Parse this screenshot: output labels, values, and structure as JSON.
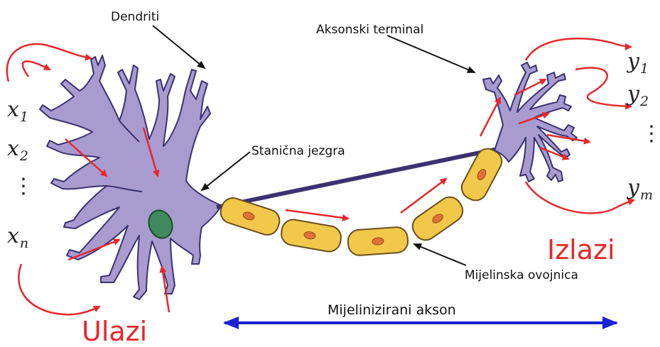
{
  "labels": {
    "dendrites": "Dendriti",
    "axon_terminal": "Aksonski terminal",
    "cell_nucleus": "Stanična jezgra",
    "myelin_sheath": "Mijelinska ovojnica",
    "myelinated_axon": "Mijelinizirani akson",
    "inputs": "Ulazi",
    "outputs": "Izlazi"
  },
  "inputs": [
    {
      "symbol": "x",
      "sub": "1"
    },
    {
      "symbol": "x",
      "sub": "2"
    },
    {
      "symbol": "x",
      "sub": "n"
    }
  ],
  "outputs": [
    {
      "symbol": "y",
      "sub": "1"
    },
    {
      "symbol": "y",
      "sub": "2"
    },
    {
      "symbol": "y",
      "sub": "m"
    }
  ],
  "vdots": "⋮",
  "colors": {
    "cell_body": "#a89bcf",
    "cell_outline": "#3a3270",
    "nucleus": "#3f8a5d",
    "myelin": "#f2c84b",
    "myelin_outline": "#6a4f1a",
    "myelin_dot": "#e0703a",
    "signal_arrow": "#e8262b",
    "axon_arrow": "#1a22d6",
    "label_arrow": "#111111"
  }
}
